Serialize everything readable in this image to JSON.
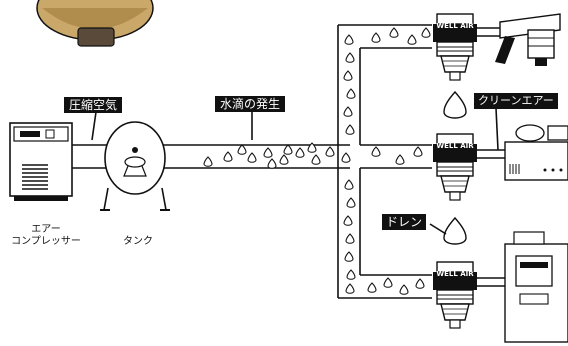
{
  "labels": {
    "compressed_air": "圧縮空気",
    "water_droplets": "水滴の発生",
    "clean_air": "クリーンエアー",
    "drain": "ドレン",
    "compressor": [
      "エアー",
      "コンプレッサー"
    ],
    "tank": "タンク",
    "filter_brand": "WELL AIR"
  },
  "colors": {
    "line": "#111111",
    "paper": "#ffffff",
    "label_bg": "#111111",
    "label_text": "#ffffff"
  },
  "icons": [
    "compressor-icon",
    "tank-icon",
    "filter-icon",
    "spray-gun-icon",
    "machine-icon",
    "water-drop-icon",
    "gauge-icon"
  ]
}
